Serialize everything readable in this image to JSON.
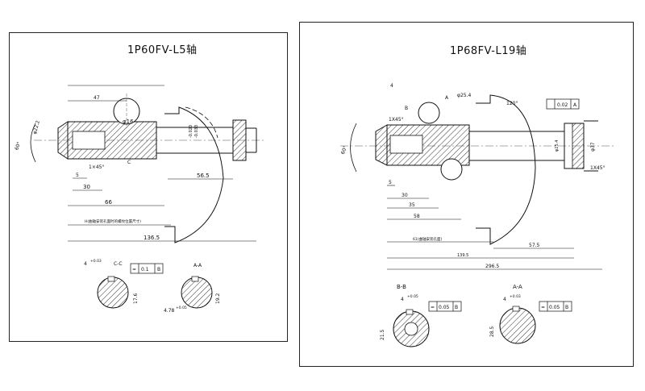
{
  "left_sheet": {
    "title": "1P60FV-L5轴",
    "labels": {
      "phi16": "φ16",
      "phi22": "φ22.2",
      "tol_upper": "-0.020",
      "tol_lower": "-0.033",
      "angle60": "60°",
      "chamfer": "1×45°",
      "len47": "47",
      "len30": "30",
      "len5": "5",
      "len66": "66",
      "len56": "56.5",
      "len136": "136.5",
      "sec_c": "C",
      "note": "H(曲轴安装孔面时的螺纹位置尺寸)"
    },
    "sections": {
      "cc": {
        "label": "C-C",
        "width": "4",
        "tol": "+0.03",
        "geo_sym": "=",
        "geo_val": "0.1",
        "geo_ref": "B",
        "depth": "17.6"
      },
      "aa": {
        "label": "A-A",
        "width": "4.78",
        "tol": "+0.05",
        "depth": "19.2"
      }
    }
  },
  "right_sheet": {
    "title": "1P68FV-L19轴",
    "labels": {
      "phi25": "φ25.4",
      "phi25b": "φ25.4",
      "phi37": "φ37",
      "len4": "4",
      "len5": "5",
      "len30": "30",
      "len35": "35",
      "len58": "58",
      "len575": "57.5",
      "len139": "139.5",
      "len296": "296.5",
      "len61": "61(曲轴安装孔面)",
      "angle60": "60°",
      "angle120": "120°",
      "chamfer": "1X45°",
      "chamfer2": "1X45°",
      "sec_b": "B",
      "sec_a": "A",
      "runout_val": "0.02",
      "runout_ref": "A"
    },
    "sections": {
      "bb": {
        "label": "B-B",
        "width": "4",
        "tol": "+0.05",
        "geo_sym": "=",
        "geo_val": "0.05",
        "geo_ref": "B",
        "depth": "21.5"
      },
      "aa": {
        "label": "A-A",
        "width": "4",
        "tol": "+0.03",
        "geo_sym": "=",
        "geo_val": "0.05",
        "geo_ref": "B",
        "depth": "28.5"
      }
    }
  }
}
